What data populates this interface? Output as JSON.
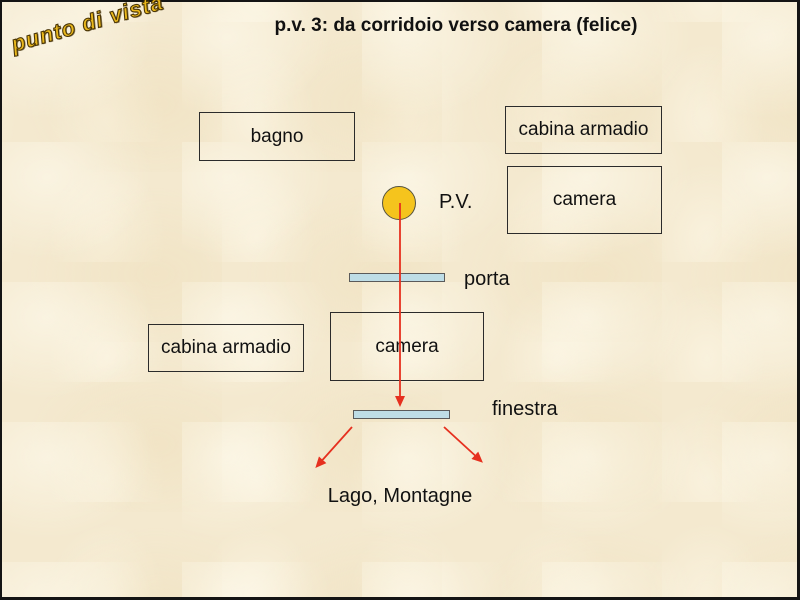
{
  "slide": {
    "watermark": "punto di vista",
    "title": "p.v. 3: da corridoio verso camera (felice)",
    "rooms": {
      "bagno": "bagno",
      "cabina_top": "cabina armadio",
      "camera_top": "camera",
      "cabina_left": "cabina armadio",
      "camera_center": "camera"
    },
    "labels": {
      "pv": "P.V.",
      "porta": "porta",
      "finestra": "finestra",
      "view": "Lago, Montagne"
    },
    "colors": {
      "background": "#f4e9cf",
      "arrow_red": "#e6301f",
      "viewpoint_fill": "#f5c41d",
      "door_window_fill": "#bedde6",
      "watermark_fill": "#eab81c"
    }
  }
}
